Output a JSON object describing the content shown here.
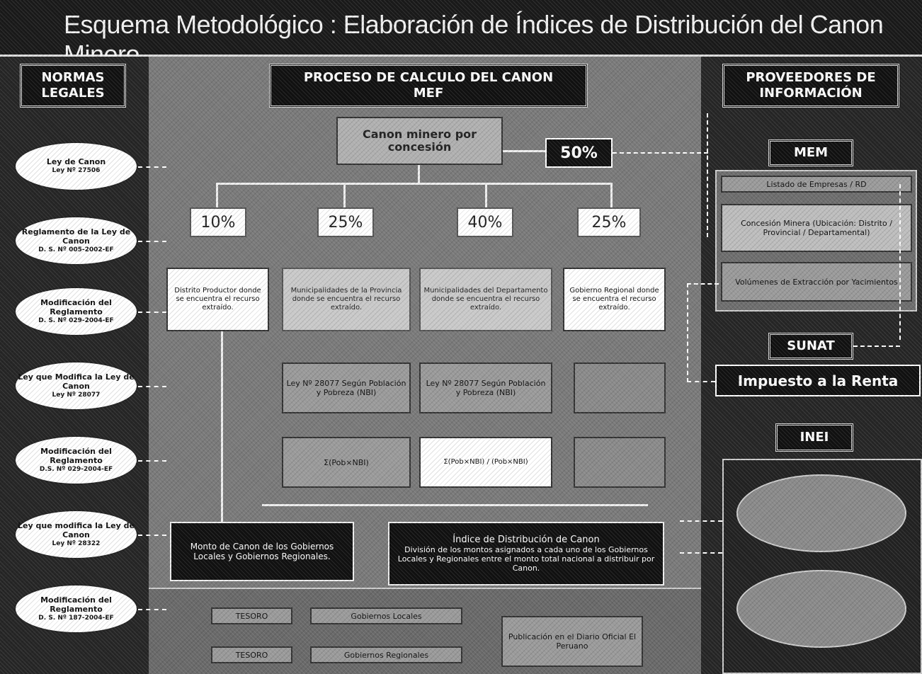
{
  "title": "Esquema Metodológico : Elaboración de Índices de Distribución del Canon Minero",
  "headers": {
    "normas": "NORMAS LEGALES",
    "proceso": "PROCESO DE CALCULO DEL CANON MEF",
    "proveedores": "PROVEEDORES DE INFORMACIÓN"
  },
  "normas": [
    {
      "line1": "Ley de Canon",
      "line2": "Ley Nº 27506"
    },
    {
      "line1": "Reglamento de la Ley de Canon",
      "line2": "D. S. Nº 005-2002-EF"
    },
    {
      "line1": "Modificación del Reglamento",
      "line2": "D. S. Nº 029-2004-EF"
    },
    {
      "line1": "Ley que Modifica la Ley de Canon",
      "line2": "Ley Nº 28077"
    },
    {
      "line1": "Modificación del Reglamento",
      "line2": "D.S. Nº 029-2004-EF"
    },
    {
      "line1": "Ley que modifica la Ley de Canon",
      "line2": "Ley Nº 28322"
    },
    {
      "line1": "Modificación del Reglamento",
      "line2": "D. S. Nº 187-2004-EF"
    }
  ],
  "process": {
    "canon_box": "Canon minero por concesión",
    "fifty": "50%",
    "pcts": [
      "10%",
      "25%",
      "40%",
      "25%"
    ],
    "recipients": [
      "Distrito Productor donde se encuentra el recurso extraído.",
      "Municipalidades de la Provincia donde se encuentra el recurso extraído.",
      "Municipalidades del Departamento donde se encuentra el recurso extraído.",
      "Gobierno Regional donde se encuentra el recurso extraído."
    ],
    "criteria": [
      "Ley Nº 28077 Según Población y Pobreza (NBI)",
      "Ley Nº 28077 Según Población y Pobreza (NBI)"
    ],
    "formulas": [
      "Σ(Pob×NBI)",
      "Σ(Pob×NBI) / (Pob×NBI)"
    ],
    "monto": "Monto de Canon de los Gobiernos Locales y Gobiernos Regionales.",
    "indice_title": "Índice de Distribución de Canon",
    "indice_body": "División de los montos asignados a cada uno de los Gobiernos Locales y Regionales entre el monto total nacional a distribuir por Canon.",
    "bottom_left": [
      "TESORO",
      "TESORO"
    ],
    "bottom_mid": [
      "Gobiernos Locales",
      "Gobiernos Regionales"
    ],
    "publicacion": "Publicación en el Diario Oficial El Peruano"
  },
  "providers": {
    "mem": "MEM",
    "mem_items": [
      "Listado de Empresas / RD",
      "Concesión Minera (Ubicación: Distrito / Provincial / Departamental)",
      "Volúmenes de Extracción por Yacimientos"
    ],
    "sunat": "SUNAT",
    "impuesto": "Impuesto a la Renta",
    "inei": "INEI"
  }
}
